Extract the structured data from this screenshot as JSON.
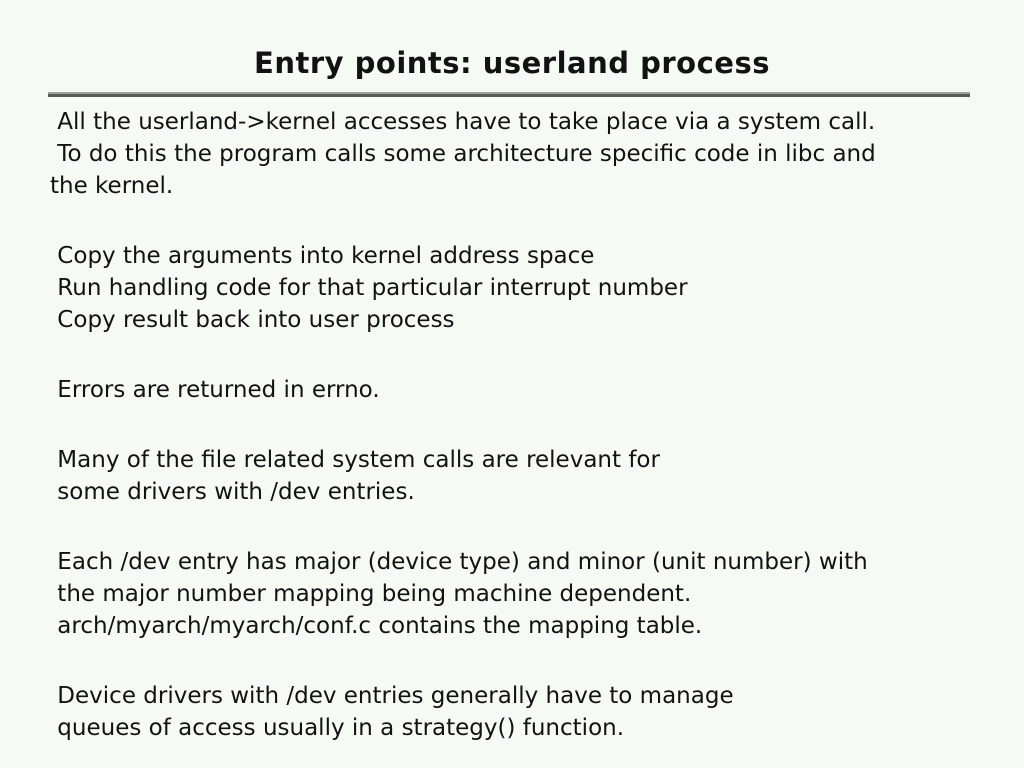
{
  "slide": {
    "title": "Entry points: userland process",
    "background_color": "#f5faf5",
    "text_color": "#121212",
    "divider_colors": {
      "top": "#9ba39b",
      "bottom": "#545c54"
    },
    "paragraphs": [
      {
        "lines": [
          " All the userland->kernel accesses have to take place via a system call.",
          " To do this the program calls some architecture specific code in libc and",
          "the kernel."
        ]
      },
      {
        "lines": [
          " Copy the arguments into kernel address space",
          " Run handling code for that particular interrupt number",
          " Copy result back into user process"
        ]
      },
      {
        "lines": [
          " Errors are returned in errno."
        ]
      },
      {
        "lines": [
          " Many of the file related system calls are relevant for",
          " some drivers with /dev entries."
        ]
      },
      {
        "lines": [
          " Each /dev entry has major (device type) and minor (unit number) with",
          " the major number mapping being machine dependent.",
          " arch/myarch/myarch/conf.c contains the mapping table."
        ]
      },
      {
        "lines": [
          " Device drivers with /dev entries generally have to manage",
          " queues of access usually in a strategy() function."
        ]
      }
    ]
  }
}
